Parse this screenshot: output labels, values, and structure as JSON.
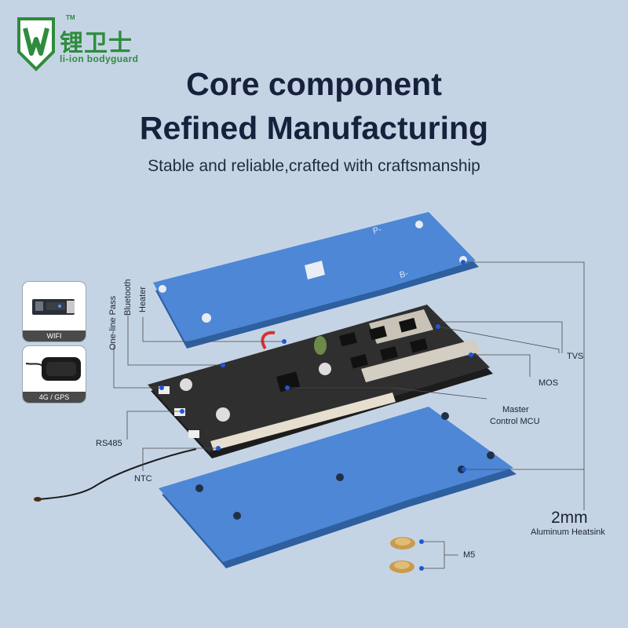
{
  "brand": {
    "tm": "TM",
    "name_cn": "锂卫士",
    "name_en": "li-ion bodyguard",
    "color": "#2e8c3d"
  },
  "headline": {
    "line1": "Core component",
    "line2": "Refined Manufacturing",
    "subtitle": "Stable and reliable,crafted with craftsmanship"
  },
  "modules": [
    {
      "label": "WIFI",
      "icon": "wifi-module-icon"
    },
    {
      "label": "4G / GPS",
      "icon": "gps-module-icon"
    }
  ],
  "callouts": {
    "one_line_pass": "One-line Pass",
    "bluetooth": "Bluetooth",
    "heater": "Heater",
    "tvs": "TVS",
    "mos": "MOS",
    "mcu_line1": "Master",
    "mcu_line2": "Control MCU",
    "rs485": "RS485",
    "ntc": "NTC",
    "heatsink_size": "2mm",
    "heatsink_label": "Aluminum Heatsink",
    "screw": "M5"
  },
  "board_marks": {
    "p_minus": "P-",
    "b_minus": "B-"
  },
  "colors": {
    "background": "#c5d4e5",
    "plate": "#3f79c8",
    "pcb": "#2b2b2b",
    "marker": "#1f56d8",
    "line": "#4a4a4a"
  }
}
